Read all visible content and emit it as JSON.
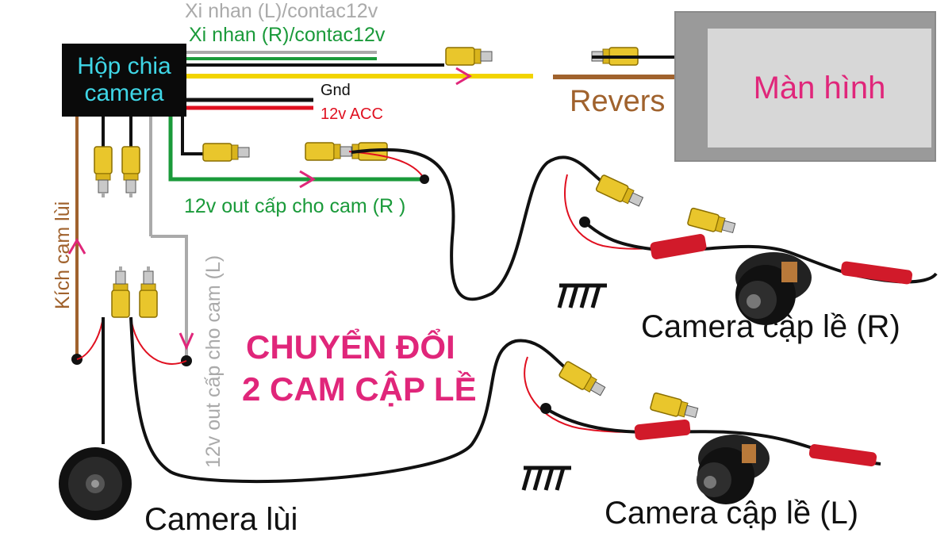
{
  "box": {
    "line1": "Hộp chia",
    "line2": "camera"
  },
  "screen": {
    "label": "Màn hình"
  },
  "wires": {
    "xi_nhan_left": "Xi nhan (L)/contac12v",
    "xi_nhan_right": "Xi nhan (R)/contac12v",
    "gnd": "Gnd",
    "acc": "12v ACC",
    "revers": "Revers",
    "out_right": "12v out cấp cho cam (R )",
    "out_left": "12v out cấp cho cam (L)",
    "kich_cam_lui": "Kích cam lùi"
  },
  "title": {
    "line1": "CHUYỂN ĐỔI",
    "line2": "2 CAM CẬP LỀ"
  },
  "cameras": {
    "right": "Camera cập lề (R)",
    "left": "Camera cập lề (L)",
    "rear": "Camera lùi"
  },
  "colors": {
    "box_bg": "#0a0a0a",
    "box_text": "#3fd6e6",
    "wire_green": "#1a9a3a",
    "wire_yellow": "#f2d400",
    "wire_red": "#e01020",
    "wire_brown": "#a0622d",
    "wire_gray": "#aaaaaa",
    "title_pink": "#e0267a",
    "connector_yellow": "#e9c62c",
    "screen_outer": "#9a9a9a",
    "screen_inner": "#d7d7d7"
  }
}
